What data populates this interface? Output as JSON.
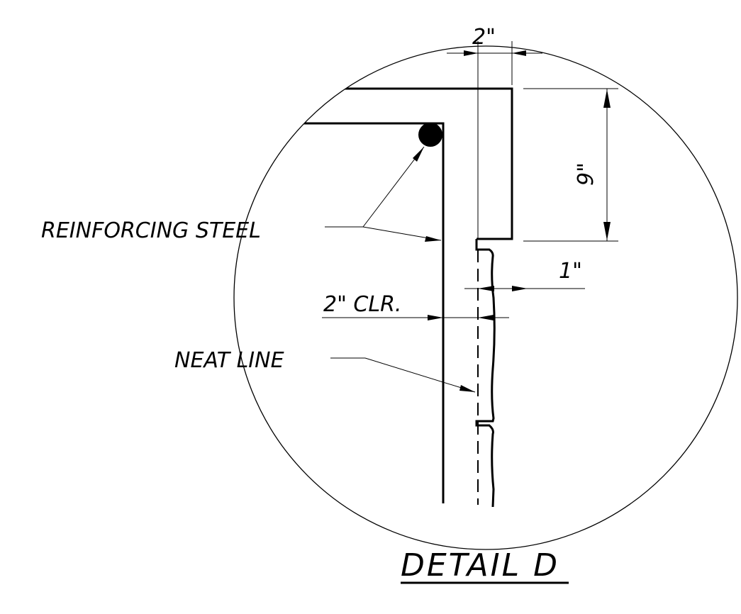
{
  "detail": {
    "title": "DETAIL D",
    "labels": {
      "reinforcing_steel": "REINFORCING STEEL",
      "neat_line": "NEAT LINE",
      "clearance": "2\" CLR."
    },
    "dimensions": {
      "top_width": "2\"",
      "key_depth": "9\"",
      "offset": "1\""
    }
  }
}
